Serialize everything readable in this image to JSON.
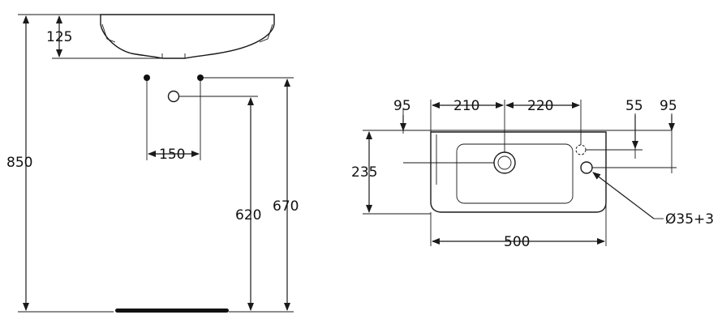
{
  "side_view": {
    "dim_total_height": "850",
    "dim_basin_depth": "125",
    "dim_hole_spacing": "150",
    "dim_waste_height": "620",
    "dim_fixing_height": "670"
  },
  "plan_view": {
    "dim_left_margin": "95",
    "dim_to_tap": "210",
    "dim_tap_to_waste": "220",
    "dim_overflow_offset": "55",
    "dim_right_margin": "95",
    "dim_depth": "235",
    "dim_width": "500",
    "dim_hole_diameter": "Ø35+3"
  }
}
